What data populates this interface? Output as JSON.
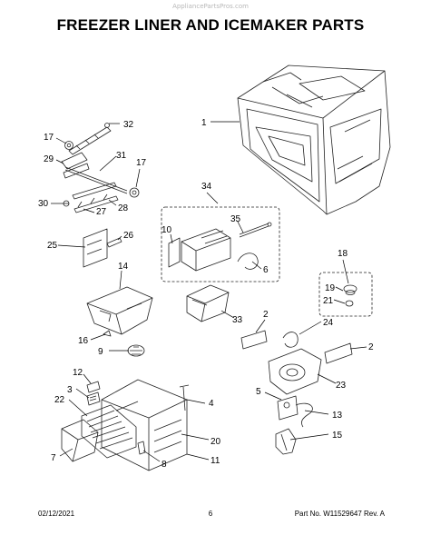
{
  "watermark": "AppliancePartsPros.com",
  "title": "FREEZER LINER AND ICEMAKER PARTS",
  "footer": {
    "date": "02/12/2021",
    "page": "6",
    "part_no": "Part No. W11529647  Rev. A"
  },
  "callouts": {
    "c1": "1",
    "c2a": "2",
    "c2b": "2",
    "c3": "3",
    "c4": "4",
    "c5": "5",
    "c6": "6",
    "c7": "7",
    "c8": "8",
    "c9": "9",
    "c10": "10",
    "c11": "11",
    "c12": "12",
    "c13": "13",
    "c14": "14",
    "c15": "15",
    "c16": "16",
    "c17a": "17",
    "c17b": "17",
    "c18": "18",
    "c19": "19",
    "c20": "20",
    "c21": "21",
    "c22": "22",
    "c23": "23",
    "c24": "24",
    "c25": "25",
    "c26": "26",
    "c27": "27",
    "c28": "28",
    "c29": "29",
    "c30": "30",
    "c31": "31",
    "c32": "32",
    "c33": "33",
    "c34": "34",
    "c35": "35"
  }
}
